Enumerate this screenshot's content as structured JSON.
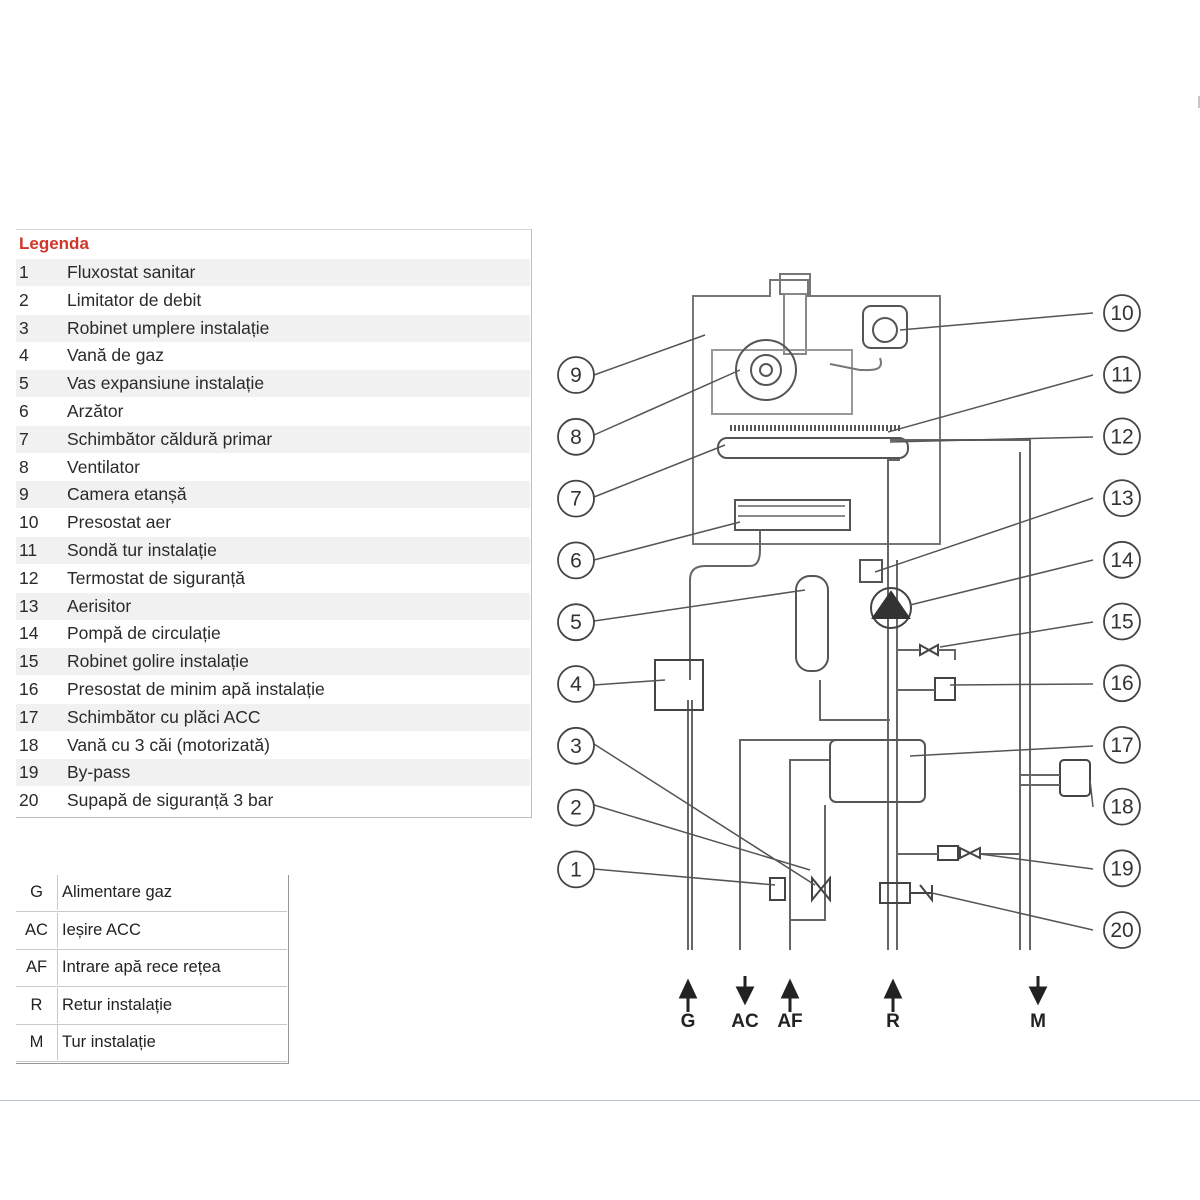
{
  "legend": {
    "title": "Legenda",
    "items": [
      {
        "num": "1",
        "label": "Fluxostat sanitar"
      },
      {
        "num": "2",
        "label": "Limitator de debit"
      },
      {
        "num": "3",
        "label": "Robinet umplere instalație"
      },
      {
        "num": "4",
        "label": "Vană de gaz"
      },
      {
        "num": "5",
        "label": "Vas expansiune instalație"
      },
      {
        "num": "6",
        "label": "Arzător"
      },
      {
        "num": "7",
        "label": "Schimbător căldură primar"
      },
      {
        "num": "8",
        "label": "Ventilator"
      },
      {
        "num": "9",
        "label": "Camera etanșă"
      },
      {
        "num": "10",
        "label": "Presostat aer"
      },
      {
        "num": "11",
        "label": "Sondă tur instalație"
      },
      {
        "num": "12",
        "label": "Termostat de siguranță"
      },
      {
        "num": "13",
        "label": "Aerisitor"
      },
      {
        "num": "14",
        "label": "Pompă de circulație"
      },
      {
        "num": "15",
        "label": "Robinet golire instalație"
      },
      {
        "num": "16",
        "label": "Presostat de minim apă instalație"
      },
      {
        "num": "17",
        "label": "Schimbător cu plăci ACC"
      },
      {
        "num": "18",
        "label": "Vană cu 3 căi (motorizată)"
      },
      {
        "num": "19",
        "label": "By-pass"
      },
      {
        "num": "20",
        "label": "Supapă de siguranță 3 bar"
      }
    ]
  },
  "codes": [
    {
      "key": "G",
      "label": "Alimentare gaz"
    },
    {
      "key": "AC",
      "label": "Ieșire ACC"
    },
    {
      "key": "AF",
      "label": "Intrare apă rece rețea"
    },
    {
      "key": "R",
      "label": "Retur instalație"
    },
    {
      "key": "M",
      "label": "Tur instalație"
    }
  ],
  "diagram": {
    "callouts_left": [
      "9",
      "8",
      "7",
      "6",
      "5",
      "4",
      "3",
      "2",
      "1"
    ],
    "callouts_right": [
      "10",
      "11",
      "12",
      "13",
      "14",
      "15",
      "16",
      "17",
      "18",
      "19",
      "20"
    ],
    "ports": [
      "G",
      "AC",
      "AF",
      "R",
      "M"
    ]
  },
  "colors": {
    "legend_title": "#d2362a",
    "line": "#444444",
    "row_shade": "#f1f1f1"
  }
}
